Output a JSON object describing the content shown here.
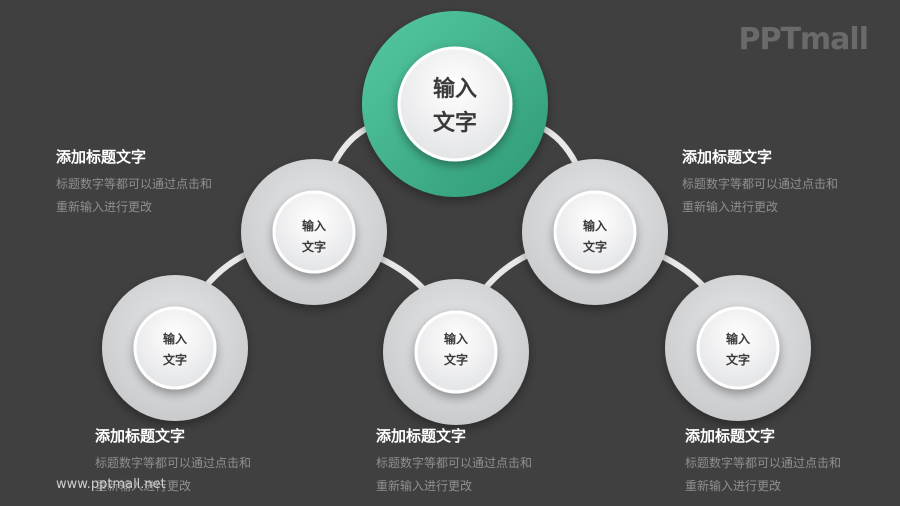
{
  "logo": "PPTmall",
  "watermark": "www.pptmall.net",
  "colors": {
    "background": "#404040",
    "accent": "#3fb58e",
    "node_ring": "#d6d8da",
    "node_inner": "#f4f4f5",
    "connector": "#e8e8e8"
  },
  "nodes": {
    "top": {
      "line1": "输入",
      "line2": "文字"
    },
    "mid_left": {
      "line1": "输入",
      "line2": "文字"
    },
    "mid_right": {
      "line1": "输入",
      "line2": "文字"
    },
    "bottom_left": {
      "line1": "输入",
      "line2": "文字"
    },
    "bottom_mid": {
      "line1": "输入",
      "line2": "文字"
    },
    "bottom_right": {
      "line1": "输入",
      "line2": "文字"
    }
  },
  "textblocks": {
    "top_left": {
      "title": "添加标题文字",
      "desc1": "标题数字等都可以通过点击和",
      "desc2": "重新输入进行更改"
    },
    "top_right": {
      "title": "添加标题文字",
      "desc1": "标题数字等都可以通过点击和",
      "desc2": "重新输入进行更改"
    },
    "bottom_left": {
      "title": "添加标题文字",
      "desc1": "标题数字等都可以通过点击和",
      "desc2": "重新输入进行更改"
    },
    "bottom_mid": {
      "title": "添加标题文字",
      "desc1": "标题数字等都可以通过点击和",
      "desc2": "重新输入进行更改"
    },
    "bottom_right": {
      "title": "添加标题文字",
      "desc1": "标题数字等都可以通过点击和",
      "desc2": "重新输入进行更改"
    }
  }
}
